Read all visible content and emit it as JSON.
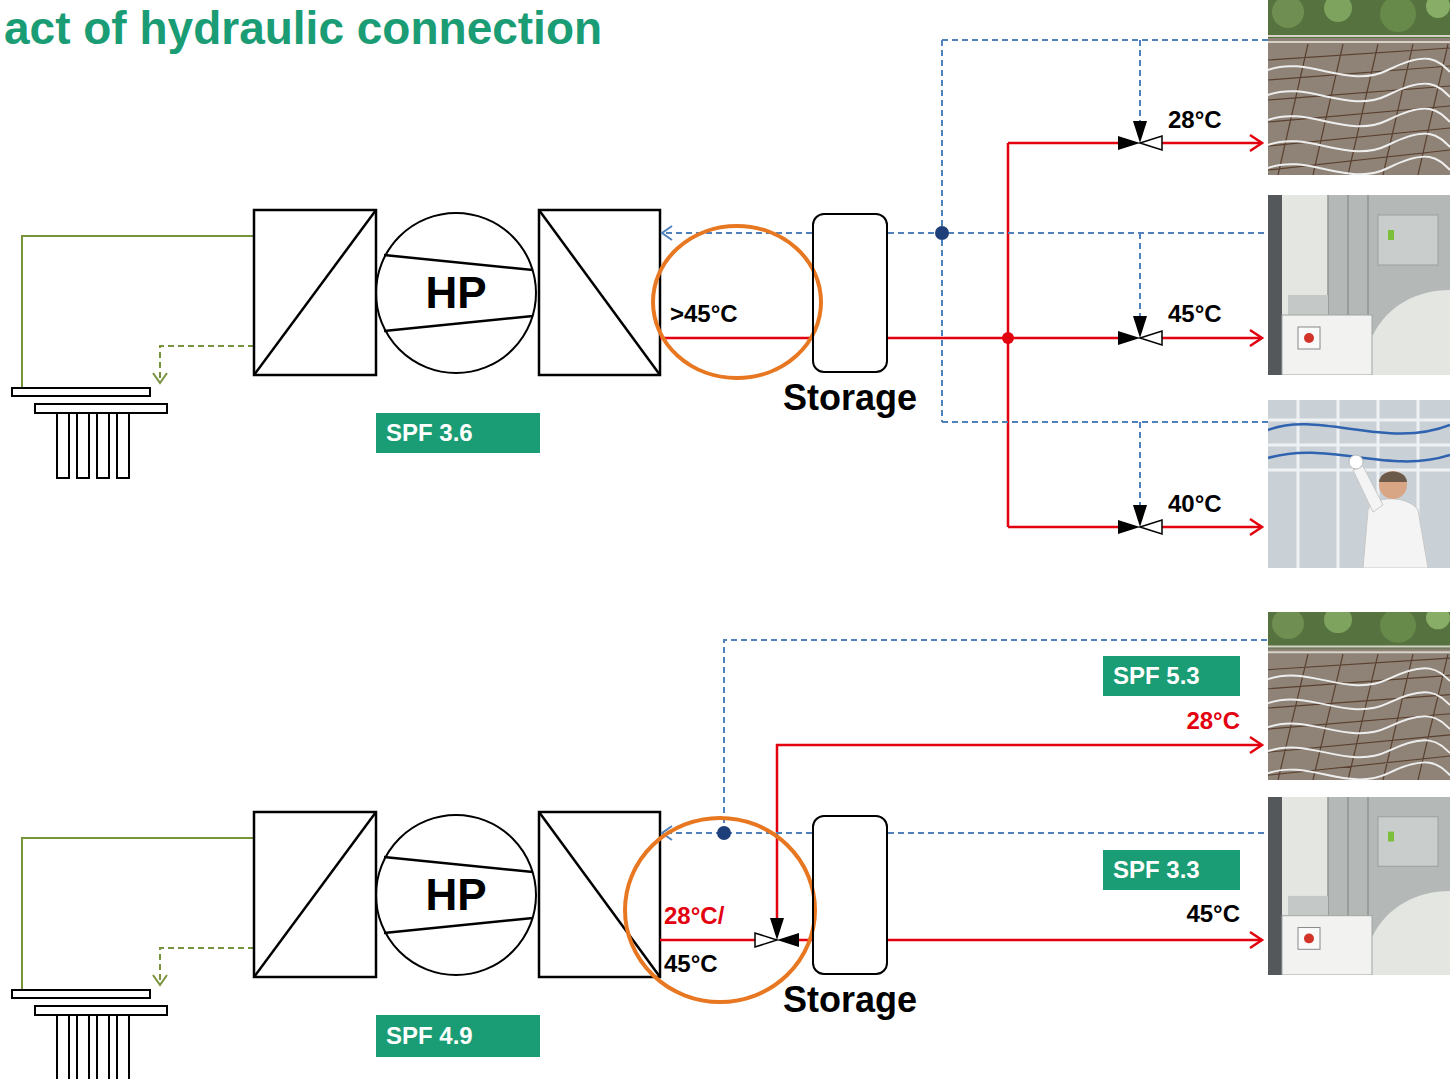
{
  "diagram": {
    "title": "act of hydraulic connection",
    "nodes": [
      {
        "text": [
          "HP"
        ]
      },
      {
        "text": [
          "Storage"
        ]
      },
      {
        "text": [
          "SPF 3.6"
        ]
      },
      {
        "text": [
          "SPF 5.3"
        ]
      },
      {
        "text": [
          "SPF 3.3"
        ]
      },
      {
        "text": [
          "HP"
        ]
      },
      {
        "text": [
          "Storage"
        ]
      },
      {
        "text": [
          "SPF 4.9"
        ]
      }
    ],
    "labels": [
      "28°C",
      ">45°C",
      "45°C",
      "40°C",
      "28°C",
      "28°C/",
      "45°C",
      "45°C"
    ]
  }
}
